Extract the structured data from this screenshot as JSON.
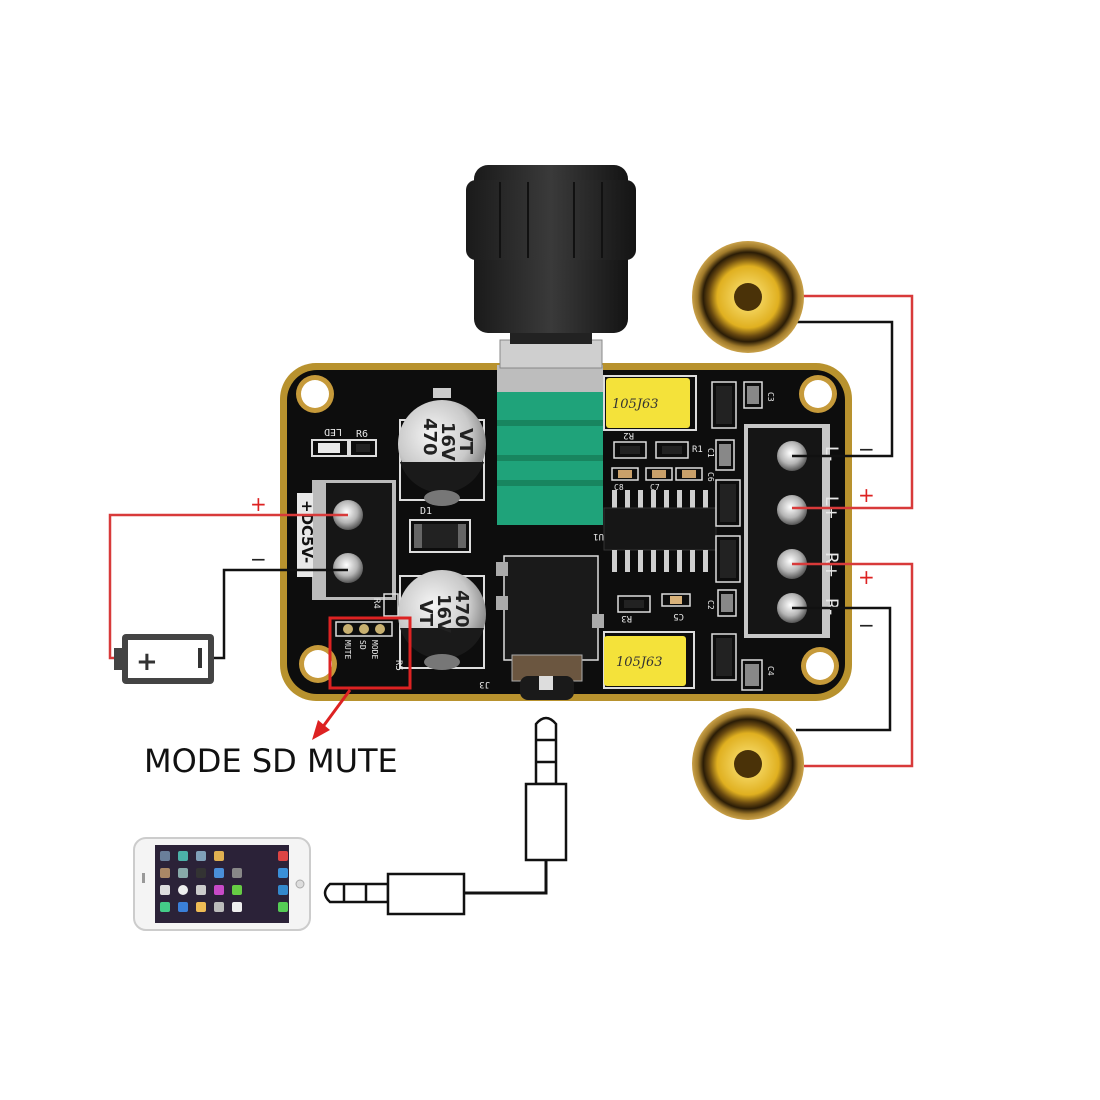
{
  "diagram": {
    "title": "PAM8403 class-D amplifier board wiring",
    "board": {
      "power_terminal_label": "+DC5V-",
      "led_label": "LED",
      "resistor_label_r6": "R6",
      "resistor_label_r4": "R4",
      "resistor_label_r5": "R5",
      "resistor_label_r1": "R1",
      "resistor_label_r2": "R2",
      "resistor_label_r3": "R3",
      "diode_label": "D1",
      "ic_label": "U1",
      "jack_label": "J3",
      "capacitor_labels": [
        "C1",
        "C2",
        "C3",
        "C4",
        "C5",
        "C6",
        "C7",
        "C8"
      ],
      "electrolytic_caps": [
        {
          "line1": "470",
          "line2": "16V",
          "line3": "VT"
        },
        {
          "line1": "470",
          "line2": "16V",
          "line3": "VT"
        }
      ],
      "film_caps": [
        "105J63",
        "105J63"
      ],
      "header_pins": {
        "labels": [
          "MUTE",
          "SD",
          "MODE"
        ]
      },
      "output_terminal_labels": [
        "L-",
        "L+",
        "R+",
        "R-"
      ]
    },
    "battery": {
      "plus": "+",
      "minus": "−"
    },
    "polarity_marks": {
      "power_plus": "+",
      "power_minus": "−",
      "left_minus": "−",
      "left_plus": "+",
      "right_plus": "+",
      "right_minus": "−"
    },
    "callout_text": "MODE SD MUTE",
    "colors": {
      "wire_positive": "#d83a3a",
      "wire_negative": "#111111",
      "pcb": "#0d0d0d",
      "pcb_edge": "#b8922e",
      "potentiometer": "#1fa37a",
      "film_cap": "#f4e23a",
      "speaker_cone": "#e2b520"
    }
  }
}
